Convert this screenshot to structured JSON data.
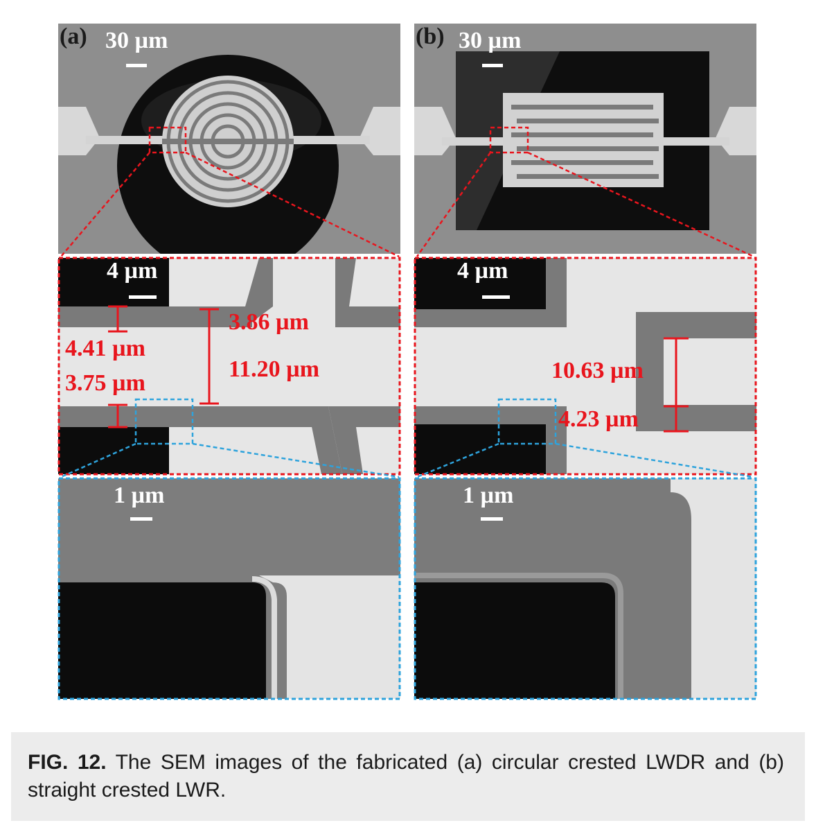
{
  "panels": {
    "a": {
      "tag": "(a)",
      "scale_top": "30 µm",
      "scale_mid": "4 µm",
      "scale_bottom": "1 µm",
      "measurements": [
        "3.86 µm",
        "4.41 µm",
        "3.75 µm",
        "11.20 µm"
      ]
    },
    "b": {
      "tag": "(b)",
      "scale_top": "30 µm",
      "scale_mid": "4 µm",
      "scale_bottom": "1 µm",
      "measurements": [
        "10.63 µm",
        "4.23 µm"
      ]
    }
  },
  "caption": {
    "fig_id": "FIG. 12.",
    "text": " The SEM images of the fabricated (a) circular crested LWDR and (b) straight crested LWR."
  },
  "colors": {
    "annotation_red": "#e8151d",
    "zoom_blue": "#2ea3dc",
    "caption_bg": "#ececec"
  }
}
